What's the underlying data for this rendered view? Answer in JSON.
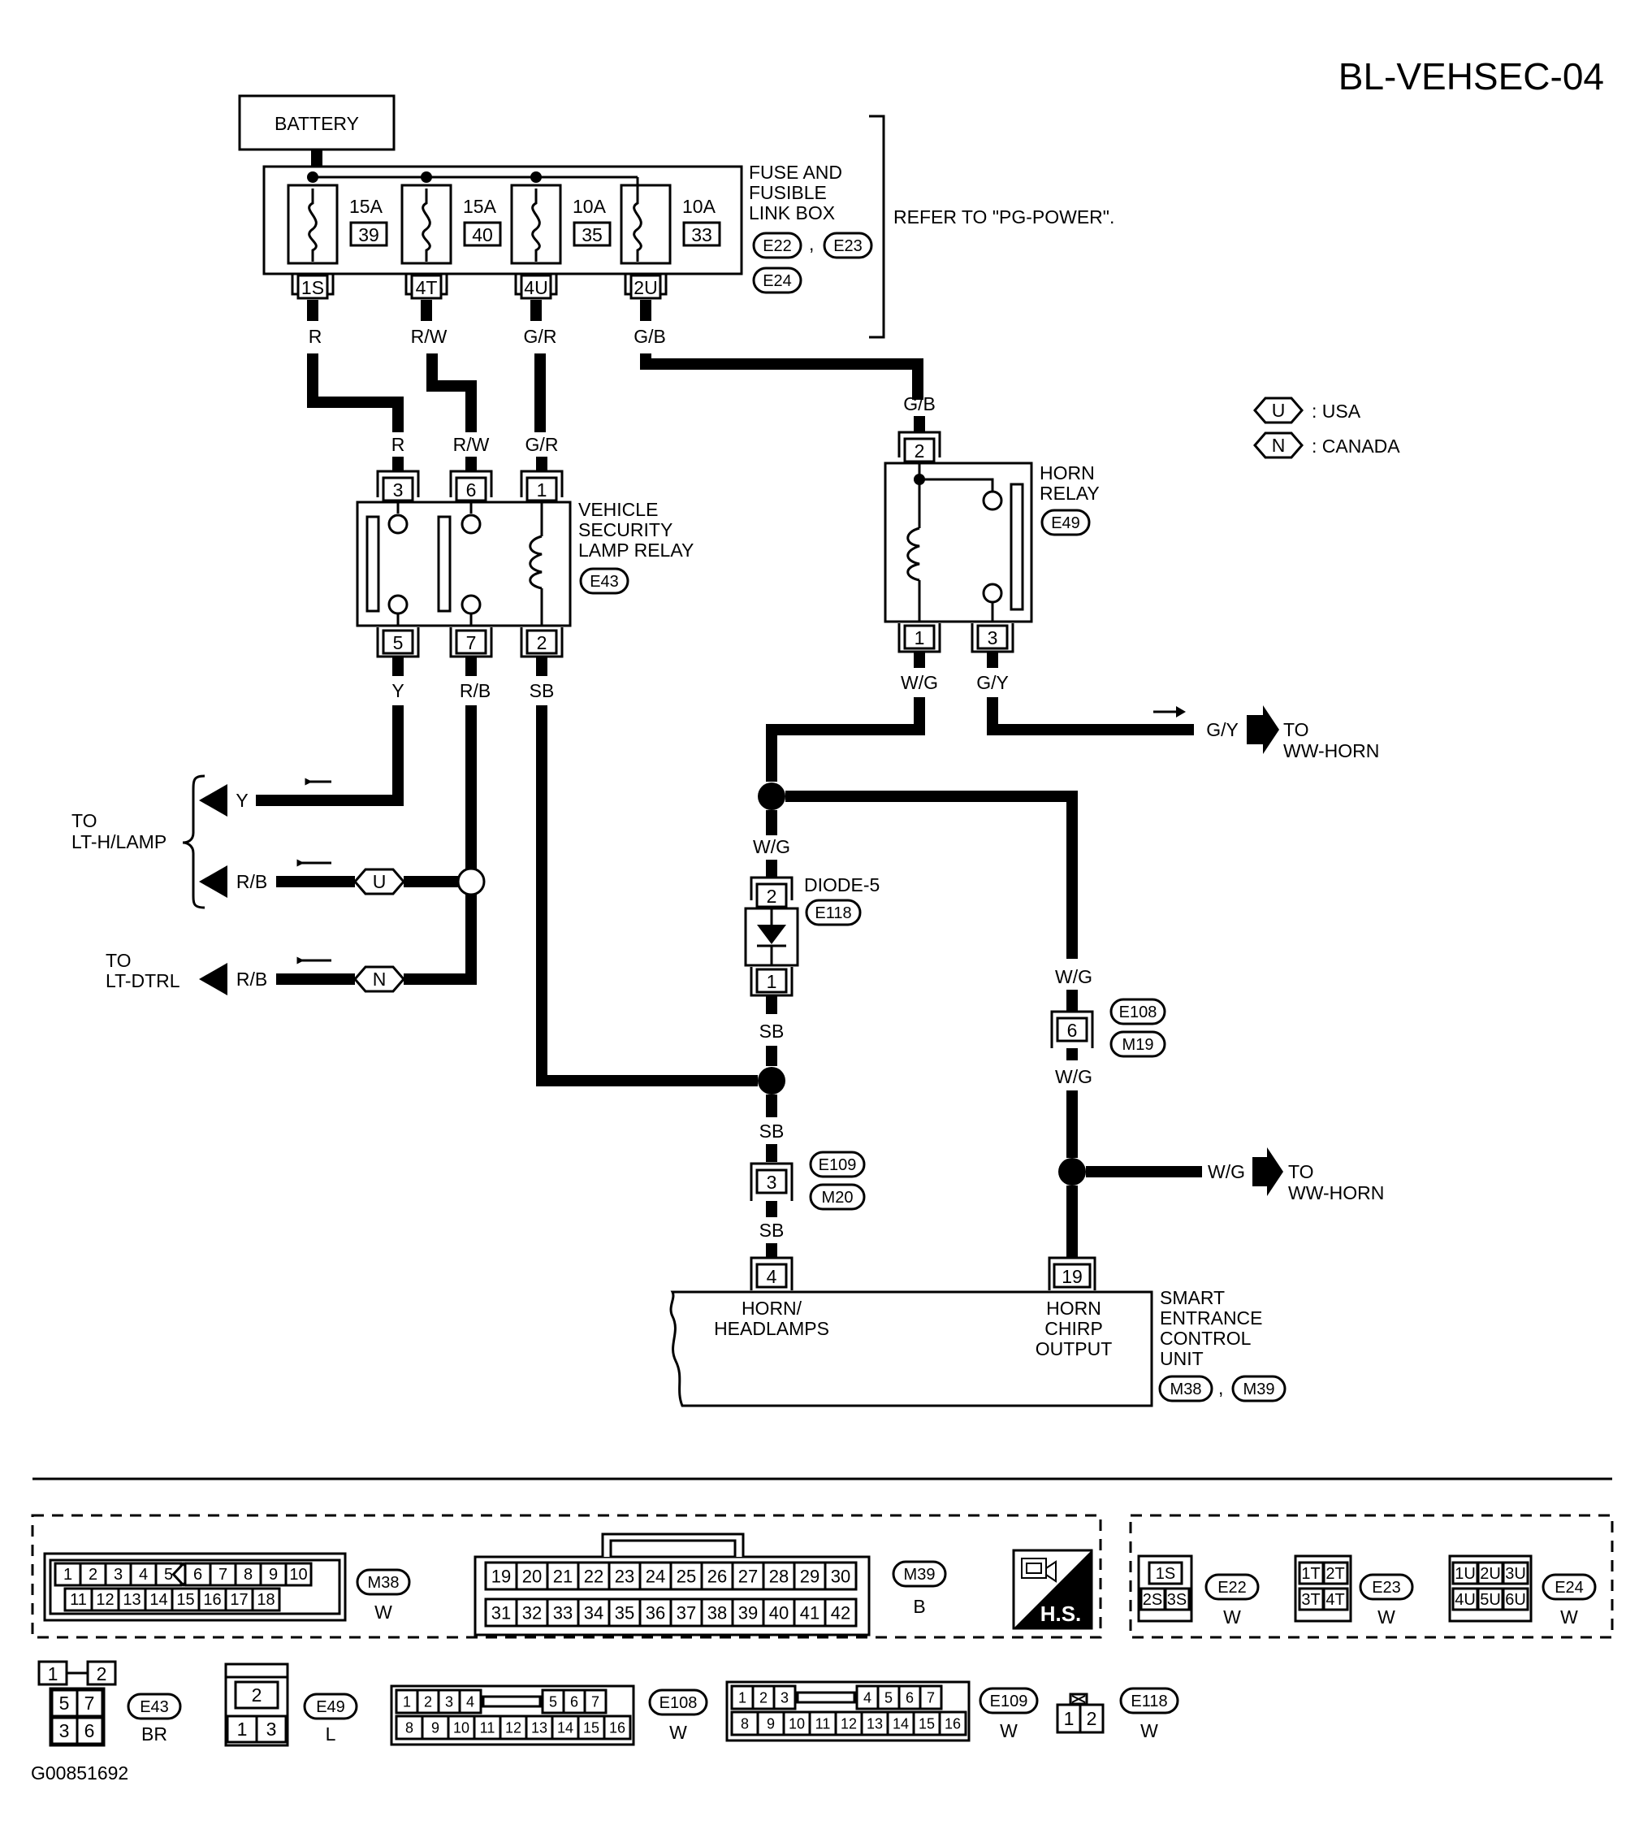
{
  "header": {
    "code": "BL-VEHSEC-04",
    "footer_id": "G00851692"
  },
  "battery": {
    "label": "BATTERY"
  },
  "fuse_box": {
    "title_lines": [
      "FUSE AND",
      "FUSIBLE",
      "LINK BOX"
    ],
    "connectors": [
      "E22",
      "E23",
      "E24"
    ],
    "comma": ",",
    "refer": "REFER TO \"PG-POWER\".",
    "fuses": [
      {
        "amp": "15A",
        "num": "39",
        "term": "1S",
        "wire": "R"
      },
      {
        "amp": "15A",
        "num": "40",
        "term": "4T",
        "wire": "R/W"
      },
      {
        "amp": "10A",
        "num": "35",
        "term": "4U",
        "wire": "G/R"
      },
      {
        "amp": "10A",
        "num": "33",
        "term": "2U",
        "wire": "G/B"
      }
    ]
  },
  "legend": [
    {
      "code": "U",
      "text": ": USA"
    },
    {
      "code": "N",
      "text": ": CANADA"
    }
  ],
  "lamp_relay": {
    "title_lines": [
      "VEHICLE",
      "SECURITY",
      "LAMP RELAY"
    ],
    "connector": "E43",
    "top_pins": [
      {
        "pin": "3",
        "wire": "R"
      },
      {
        "pin": "6",
        "wire": "R/W"
      },
      {
        "pin": "1",
        "wire": "G/R"
      }
    ],
    "bottom_pins": [
      {
        "pin": "5",
        "wire": "Y"
      },
      {
        "pin": "7",
        "wire": "R/B"
      },
      {
        "pin": "2",
        "wire": "SB"
      }
    ]
  },
  "horn_relay": {
    "title_lines": [
      "HORN",
      "RELAY"
    ],
    "connector": "E49",
    "top_pin": {
      "pin": "2",
      "wire": "G/B"
    },
    "bottom_pins": [
      {
        "pin": "1",
        "wire": "W/G"
      },
      {
        "pin": "3",
        "wire": "G/Y"
      }
    ]
  },
  "left_outputs": {
    "lt_hlamp_lines": [
      "TO",
      "LT-H/LAMP"
    ],
    "lt_dtrl_lines": [
      "TO",
      "LT-DTRL"
    ],
    "y_wire": "Y",
    "rb_wire": "R/B",
    "u_code": "U",
    "n_code": "N"
  },
  "right_outputs": [
    {
      "wire": "G/Y",
      "lines": [
        "TO",
        "WW-HORN"
      ]
    },
    {
      "wire": "W/G",
      "lines": [
        "TO",
        "WW-HORN"
      ]
    }
  ],
  "diode": {
    "title": "DIODE-5",
    "connector": "E118",
    "pin_top": "2",
    "pin_bottom": "1",
    "wire_in": "W/G",
    "wire_out": "SB"
  },
  "junctions": {
    "e108": {
      "pin": "6",
      "connectors": [
        "E108",
        "M19"
      ],
      "wire_top": "W/G",
      "wire_bottom": "W/G"
    },
    "e109": {
      "pin": "3",
      "connectors": [
        "E109",
        "M20"
      ],
      "wire_top": "SB",
      "wire_bottom": "SB"
    }
  },
  "control_unit": {
    "title_lines": [
      "SMART",
      "ENTRANCE",
      "CONTROL",
      "UNIT"
    ],
    "connectors": [
      "M38",
      "M39"
    ],
    "comma": ",",
    "pins": [
      {
        "pin": "4",
        "lines": [
          "HORN/",
          "HEADLAMPS"
        ]
      },
      {
        "pin": "19",
        "lines": [
          "HORN",
          "CHIRP",
          "OUTPUT"
        ]
      }
    ]
  },
  "connector_views": {
    "m38": {
      "id": "M38",
      "color": "W",
      "row1": [
        "1",
        "2",
        "3",
        "4",
        "5",
        "",
        "6",
        "7",
        "8",
        "9",
        "10"
      ],
      "row2": [
        "11",
        "12",
        "13",
        "14",
        "15",
        "16",
        "17",
        "18"
      ]
    },
    "m39": {
      "id": "M39",
      "color": "B",
      "row1": [
        "19",
        "20",
        "21",
        "22",
        "23",
        "24",
        "25",
        "26",
        "27",
        "28",
        "29",
        "30"
      ],
      "row2": [
        "31",
        "32",
        "33",
        "34",
        "35",
        "36",
        "37",
        "38",
        "39",
        "40",
        "41",
        "42"
      ]
    },
    "hs_label": "H.S.",
    "e22": {
      "id": "E22",
      "color": "W",
      "pins": [
        "1S",
        "2S",
        "3S"
      ]
    },
    "e23": {
      "id": "E23",
      "color": "W",
      "pins": [
        "1T",
        "2T",
        "3T",
        "4T"
      ]
    },
    "e24": {
      "id": "E24",
      "color": "W",
      "pins": [
        "1U",
        "2U",
        "3U",
        "4U",
        "5U",
        "6U"
      ]
    },
    "e43": {
      "id": "E43",
      "color": "BR",
      "pins": [
        "1",
        "2",
        "5",
        "7",
        "3",
        "6"
      ]
    },
    "e49": {
      "id": "E49",
      "color": "L",
      "pins": [
        "2",
        "1",
        "3"
      ]
    },
    "e108": {
      "id": "E108",
      "color": "W",
      "row1": [
        "1",
        "2",
        "3",
        "4",
        "5",
        "6",
        "7"
      ],
      "row2": [
        "8",
        "9",
        "10",
        "11",
        "12",
        "13",
        "14",
        "15",
        "16"
      ]
    },
    "e109": {
      "id": "E109",
      "color": "W",
      "row1": [
        "1",
        "2",
        "3",
        "4",
        "5",
        "6",
        "7"
      ],
      "row2": [
        "8",
        "9",
        "10",
        "11",
        "12",
        "13",
        "14",
        "15",
        "16"
      ]
    },
    "e118": {
      "id": "E118",
      "color": "W",
      "pins": [
        "1",
        "2"
      ]
    }
  }
}
